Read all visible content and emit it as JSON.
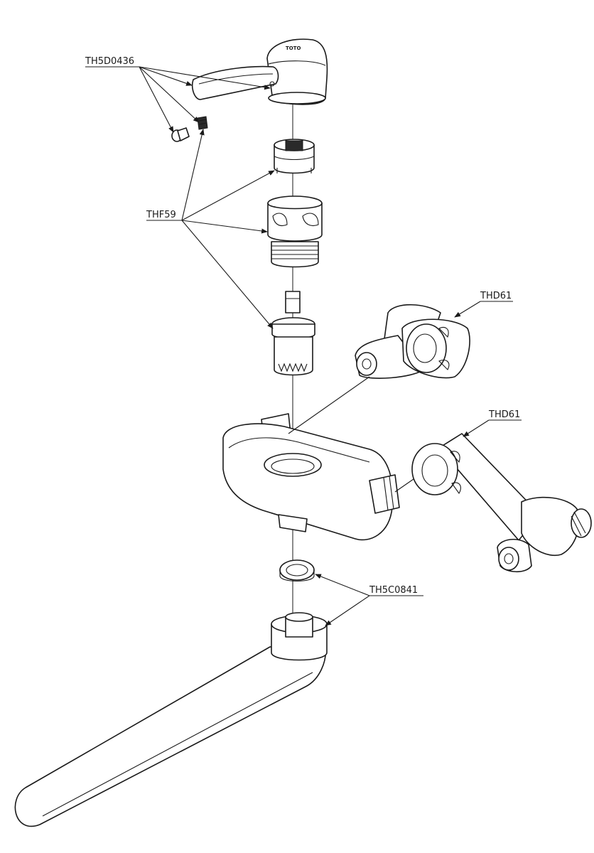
{
  "callouts": {
    "th5d0436": "TH5D0436",
    "thf59": "THF59",
    "thd61_upper": "THD61",
    "thd61_lower": "THD61",
    "th5c0841": "TH5C0841"
  },
  "handle_logo": "TOTO"
}
